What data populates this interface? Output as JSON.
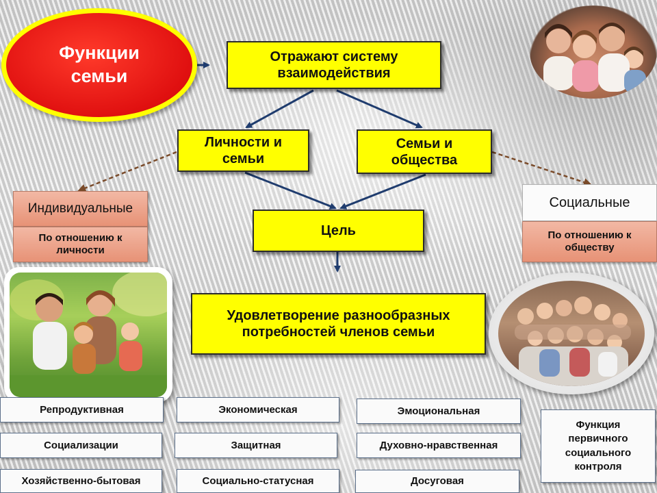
{
  "title": "Функции семьи",
  "reflect": "Отражают систему взаимодействия",
  "personal_family": "Личности и семьи",
  "family_society": "Семьи и общества",
  "goal": "Цель",
  "satisfaction": "Удовлетворение разнообразных потребностей членов семьи",
  "individual": {
    "title": "Индивидуальные",
    "subtitle": "По отношению к личности"
  },
  "social": {
    "title": "Социальные",
    "subtitle": "По отношению к обществу"
  },
  "functions": {
    "col1": [
      "Репродуктивная",
      "Социализации",
      "Хозяйственно-бытовая"
    ],
    "col2": [
      "Экономическая",
      "Защитная",
      "Социально-статусная"
    ],
    "col3": [
      "Эмоциональная",
      "Духовно-нравственная",
      "Досуговая"
    ],
    "col4": "Функция первичного социального контроля"
  },
  "colors": {
    "yellow_box": "#ffff00",
    "title_ellipse": "#ee1c1c",
    "title_ring": "#ffff00",
    "arrows": "#1f3c6e",
    "salmon_label": "#e99b80"
  }
}
